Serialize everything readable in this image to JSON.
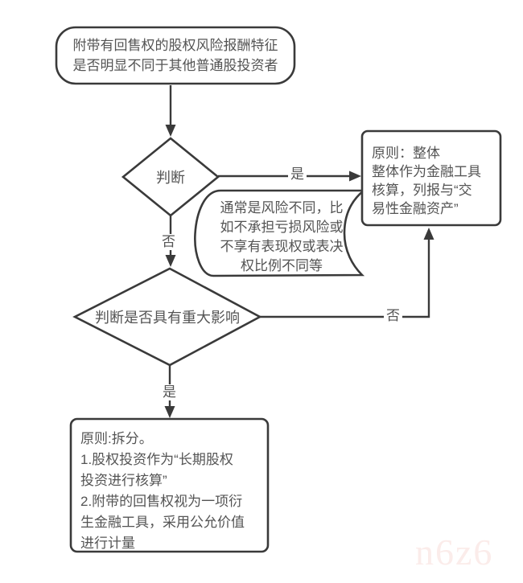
{
  "colors": {
    "background": "#ffffff",
    "stroke": "#3a3a3a",
    "text": "#545454",
    "watermark": "#fbecea"
  },
  "flowchart": {
    "start": "附带有回售权的股权风险报酬特征\n是否明显不同于其他普通股投资者",
    "decision1": "判断",
    "decision1_yes": "是",
    "decision1_no": "否",
    "callout": "通常是风险不同，比\n如不承担亏损风险或\n不享有表现权或表决\n权比例不同等",
    "whole_principle": "原则：整体\n整体作为金融工具\n核算，列报与“交\n易性金融资产”",
    "decision2": "判断是否具有重大影响",
    "decision2_yes": "是",
    "decision2_no": "否",
    "split_principle": "原则:拆分。\n1.股权投资作为“长期股权\n投资进行核算”\n2.附带的回售权视为一项衍\n生金融工具，采用公允价值\n进行计量"
  },
  "watermark": "n6z6"
}
